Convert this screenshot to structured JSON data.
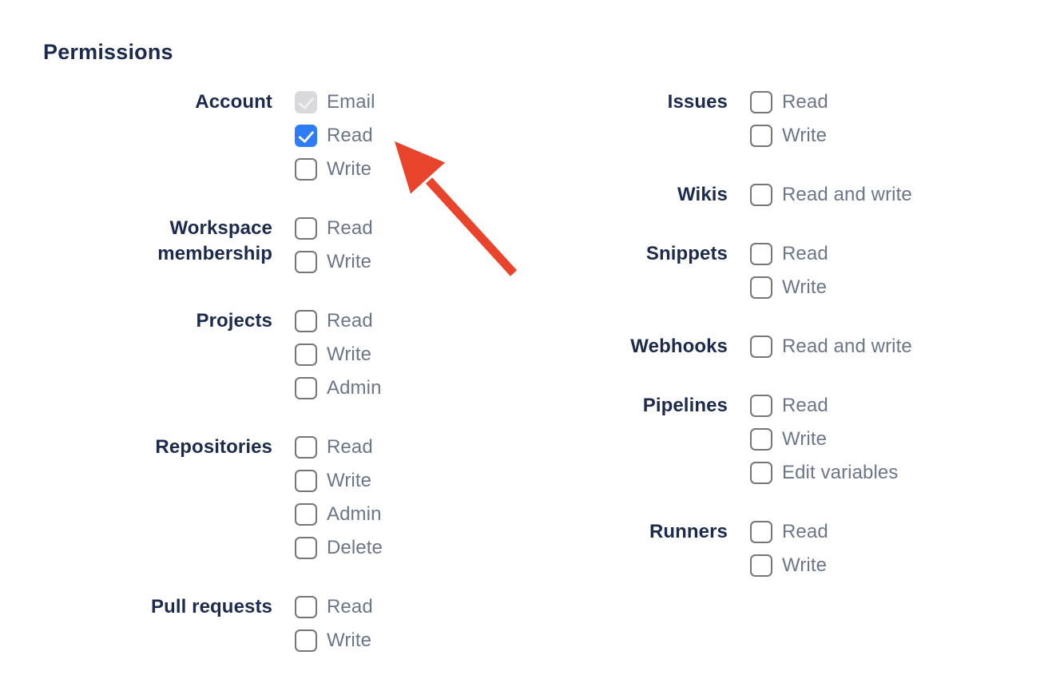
{
  "page": {
    "heading": "Permissions",
    "background": "#ffffff"
  },
  "colors": {
    "heading_text": "#1C2B4D",
    "group_label_text": "#1C2B4D",
    "option_label_text": "#6B7689",
    "checkbox_border": "#75767B",
    "checkbox_checked_bg": "#2E7CF6",
    "checkbox_check": "#FFFFFF",
    "checkbox_disabled_bg": "#D9D9DB",
    "checkbox_disabled_check": "#F0F0F1",
    "arrow": "#E8432B"
  },
  "columns": [
    {
      "side": "left",
      "groups": [
        {
          "label": "Account",
          "options": [
            {
              "label": "Email",
              "state": "checked_disabled"
            },
            {
              "label": "Read",
              "state": "checked"
            },
            {
              "label": "Write",
              "state": "unchecked"
            }
          ]
        },
        {
          "label": "Workspace membership",
          "options": [
            {
              "label": "Read",
              "state": "unchecked"
            },
            {
              "label": "Write",
              "state": "unchecked"
            }
          ]
        },
        {
          "label": "Projects",
          "options": [
            {
              "label": "Read",
              "state": "unchecked"
            },
            {
              "label": "Write",
              "state": "unchecked"
            },
            {
              "label": "Admin",
              "state": "unchecked"
            }
          ]
        },
        {
          "label": "Repositories",
          "options": [
            {
              "label": "Read",
              "state": "unchecked"
            },
            {
              "label": "Write",
              "state": "unchecked"
            },
            {
              "label": "Admin",
              "state": "unchecked"
            },
            {
              "label": "Delete",
              "state": "unchecked"
            }
          ]
        },
        {
          "label": "Pull requests",
          "options": [
            {
              "label": "Read",
              "state": "unchecked"
            },
            {
              "label": "Write",
              "state": "unchecked"
            }
          ]
        }
      ]
    },
    {
      "side": "right",
      "groups": [
        {
          "label": "Issues",
          "options": [
            {
              "label": "Read",
              "state": "unchecked"
            },
            {
              "label": "Write",
              "state": "unchecked"
            }
          ]
        },
        {
          "label": "Wikis",
          "options": [
            {
              "label": "Read and write",
              "state": "unchecked"
            }
          ]
        },
        {
          "label": "Snippets",
          "options": [
            {
              "label": "Read",
              "state": "unchecked"
            },
            {
              "label": "Write",
              "state": "unchecked"
            }
          ]
        },
        {
          "label": "Webhooks",
          "options": [
            {
              "label": "Read and write",
              "state": "unchecked"
            }
          ]
        },
        {
          "label": "Pipelines",
          "options": [
            {
              "label": "Read",
              "state": "unchecked"
            },
            {
              "label": "Write",
              "state": "unchecked"
            },
            {
              "label": "Edit variables",
              "state": "unchecked"
            }
          ]
        },
        {
          "label": "Runners",
          "options": [
            {
              "label": "Read",
              "state": "unchecked"
            },
            {
              "label": "Write",
              "state": "unchecked"
            }
          ]
        }
      ]
    }
  ],
  "annotation_arrow": {
    "points_at": "Account Read checkbox",
    "color": "#E8432B"
  }
}
